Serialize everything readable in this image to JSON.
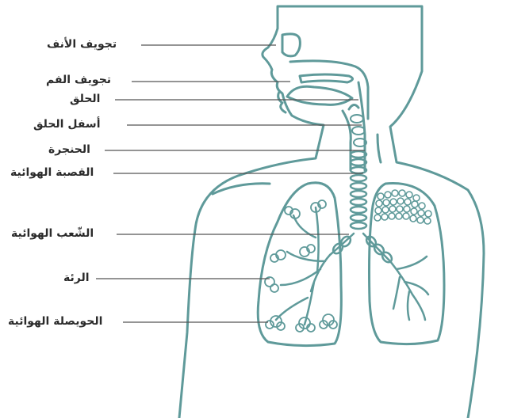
{
  "colors": {
    "outline": "#5f9a9a",
    "leader_line": "#555555",
    "text": "#2b2b2b",
    "background": "#ffffff"
  },
  "labels": {
    "nasal_cavity": "تجويف الأنف",
    "oral_cavity": "تجويف الفم",
    "pharynx": "الحلق",
    "lower_pharynx": "أسفل الحلق",
    "larynx": "الحنجرة",
    "trachea": "القصبة الهوائية",
    "bronchi": "الشّعب الهوائية",
    "lung": "الرئة",
    "alveoli": "الحويصلة الهوائية"
  }
}
